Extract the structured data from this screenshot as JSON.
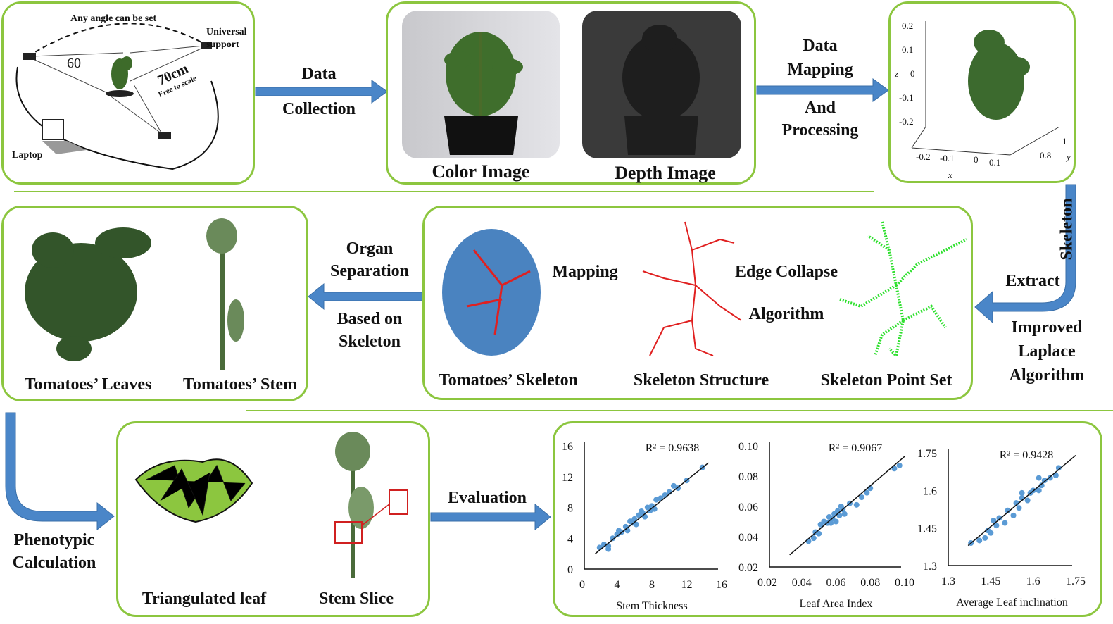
{
  "setup": {
    "angle_note": "Any angle can be set",
    "support": "Universal support",
    "angle": "60",
    "distance": "70cm",
    "scale_note": "Free to scale",
    "laptop": "Laptop"
  },
  "steps": {
    "data_collection": [
      "Data",
      "Collection"
    ],
    "data_mapping": [
      "Data",
      "Mapping",
      "And",
      "Processing"
    ],
    "skeleton_extract": [
      "Skeleton",
      "Extract",
      "Improved",
      "Laplace",
      "Algorithm"
    ],
    "edge_collapse": [
      "Edge Collapse",
      "Algorithm"
    ],
    "mapping": "Mapping",
    "organ_separation": [
      "Organ",
      "Separation",
      "Based on",
      "Skeleton"
    ],
    "phenotypic": [
      "Phenotypic",
      "Calculation"
    ],
    "evaluation": "Evaluation"
  },
  "images": {
    "color": "Color Image",
    "depth": "Depth Image",
    "skeleton_point_set": "Skeleton Point Set",
    "skeleton_structure": "Skeleton Structure",
    "tomato_skeleton": "Tomatoes’ Skeleton",
    "leaves": "Tomatoes’ Leaves",
    "stem": "Tomatoes’ Stem",
    "triangulated_leaf": "Triangulated leaf",
    "stem_slice": "Stem Slice"
  },
  "plot3d": {
    "z_label": "z",
    "x_label": "x",
    "y_label": "y",
    "z_ticks": [
      "0.2",
      "0.1",
      "0",
      "-0.1",
      "-0.2"
    ],
    "x_ticks": [
      "-0.2",
      "-0.1",
      "0",
      "0.1"
    ],
    "y_ticks": [
      "1",
      "0.8"
    ]
  },
  "colors": {
    "border": "#8cc63f",
    "arrow": "#4a86c8",
    "points": "#5b9bd5"
  },
  "chart_data": [
    {
      "type": "scatter",
      "xlabel": "Stem Thickness",
      "annotation": "R² = 0.9638",
      "xlim": [
        0,
        16
      ],
      "ylim": [
        0,
        16
      ],
      "xticks": [
        "0",
        "4",
        "8",
        "12",
        "16"
      ],
      "yticks": [
        "0",
        "4",
        "8",
        "12",
        "16"
      ],
      "trend": [
        [
          1.5,
          2
        ],
        [
          14.5,
          13.8
        ]
      ],
      "points": [
        [
          2,
          2.8
        ],
        [
          2.5,
          3.2
        ],
        [
          3,
          3
        ],
        [
          3.5,
          4
        ],
        [
          4,
          4.5
        ],
        [
          4.5,
          4.8
        ],
        [
          5,
          5.5
        ],
        [
          5.2,
          5
        ],
        [
          5.5,
          6.2
        ],
        [
          6,
          6.5
        ],
        [
          6.2,
          5.8
        ],
        [
          6.5,
          7
        ],
        [
          7,
          7.2
        ],
        [
          7.2,
          6.8
        ],
        [
          7.5,
          8
        ],
        [
          8,
          8.2
        ],
        [
          8.3,
          7.8
        ],
        [
          8.5,
          9
        ],
        [
          9,
          9.2
        ],
        [
          9.5,
          9.6
        ],
        [
          10,
          10
        ],
        [
          10.5,
          10.8
        ],
        [
          11,
          10.5
        ],
        [
          12,
          11.5
        ],
        [
          13.8,
          13.2
        ],
        [
          3,
          2.6
        ],
        [
          4.2,
          5
        ],
        [
          5.8,
          6
        ],
        [
          6.8,
          7.5
        ],
        [
          7.8,
          7.6
        ]
      ]
    },
    {
      "type": "scatter",
      "xlabel": "Leaf Area Index",
      "annotation": "R² = 0.9067",
      "xlim": [
        0.02,
        0.1
      ],
      "ylim": [
        0.02,
        0.1
      ],
      "xticks": [
        "0.02",
        "0.04",
        "0.06",
        "0.08",
        "0.10"
      ],
      "yticks": [
        "0.02",
        "0.04",
        "0.06",
        "0.08",
        "0.10"
      ],
      "trend": [
        [
          0.033,
          0.028
        ],
        [
          0.1,
          0.093
        ]
      ],
      "points": [
        [
          0.044,
          0.037
        ],
        [
          0.047,
          0.039
        ],
        [
          0.048,
          0.043
        ],
        [
          0.05,
          0.042
        ],
        [
          0.051,
          0.048
        ],
        [
          0.053,
          0.05
        ],
        [
          0.055,
          0.049
        ],
        [
          0.056,
          0.053
        ],
        [
          0.058,
          0.052
        ],
        [
          0.059,
          0.055
        ],
        [
          0.06,
          0.05
        ],
        [
          0.061,
          0.057
        ],
        [
          0.062,
          0.054
        ],
        [
          0.064,
          0.058
        ],
        [
          0.065,
          0.055
        ],
        [
          0.068,
          0.062
        ],
        [
          0.072,
          0.061
        ],
        [
          0.075,
          0.066
        ],
        [
          0.078,
          0.069
        ],
        [
          0.08,
          0.072
        ],
        [
          0.094,
          0.085
        ],
        [
          0.097,
          0.087
        ],
        [
          0.057,
          0.049
        ],
        [
          0.063,
          0.06
        ]
      ]
    },
    {
      "type": "scatter",
      "xlabel": "Average Leaf inclination",
      "annotation": "R² = 0.9428",
      "xlim": [
        1.3,
        1.75
      ],
      "ylim": [
        1.3,
        1.75
      ],
      "xticks": [
        "1.3",
        "1.45",
        "1.6",
        "1.75"
      ],
      "yticks": [
        "1.3",
        "1.45",
        "1.6",
        "1.75"
      ],
      "trend": [
        [
          1.37,
          1.38
        ],
        [
          1.75,
          1.74
        ]
      ],
      "points": [
        [
          1.38,
          1.39
        ],
        [
          1.41,
          1.4
        ],
        [
          1.43,
          1.41
        ],
        [
          1.44,
          1.44
        ],
        [
          1.45,
          1.43
        ],
        [
          1.46,
          1.48
        ],
        [
          1.47,
          1.46
        ],
        [
          1.48,
          1.49
        ],
        [
          1.5,
          1.47
        ],
        [
          1.51,
          1.52
        ],
        [
          1.53,
          1.5
        ],
        [
          1.54,
          1.55
        ],
        [
          1.55,
          1.53
        ],
        [
          1.56,
          1.57
        ],
        [
          1.58,
          1.56
        ],
        [
          1.59,
          1.59
        ],
        [
          1.6,
          1.6
        ],
        [
          1.62,
          1.6
        ],
        [
          1.63,
          1.62
        ],
        [
          1.64,
          1.64
        ],
        [
          1.66,
          1.65
        ],
        [
          1.68,
          1.66
        ],
        [
          1.69,
          1.69
        ],
        [
          1.56,
          1.59
        ],
        [
          1.62,
          1.65
        ]
      ]
    }
  ]
}
